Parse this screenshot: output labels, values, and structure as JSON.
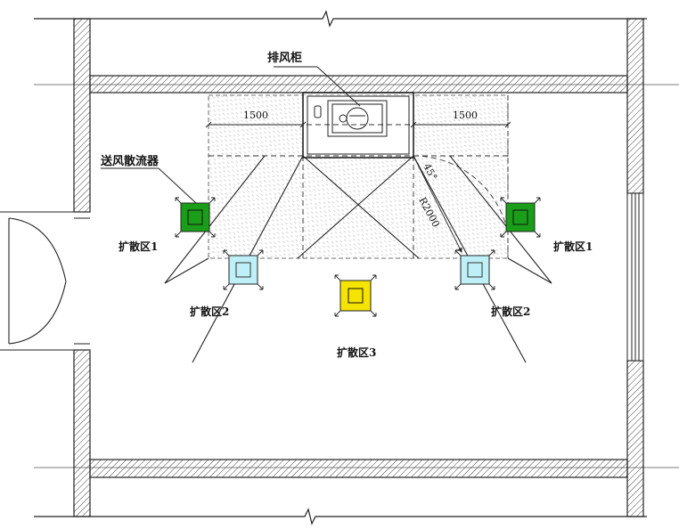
{
  "labels": {
    "hood": "排风柜",
    "diffuser": "送风散流器",
    "zone1_left": "扩散区1",
    "zone1_right": "扩散区1",
    "zone2_left": "扩散区2",
    "zone2_right": "扩散区2",
    "zone3": "扩散区3"
  },
  "dimensions": {
    "left_width": "1500",
    "right_width": "1500",
    "radius": "R2000",
    "angle": "45°"
  },
  "colors": {
    "zone1_diffuser": "#1a9e1a",
    "zone2_diffuser": "#bff0f7",
    "zone3_diffuser": "#f5e400",
    "hatch": "#888888",
    "line": "#222222"
  },
  "icons": [
    "diffuser-icon",
    "fume-hood-icon",
    "door-icon",
    "window-icon",
    "break-line-icon"
  ]
}
